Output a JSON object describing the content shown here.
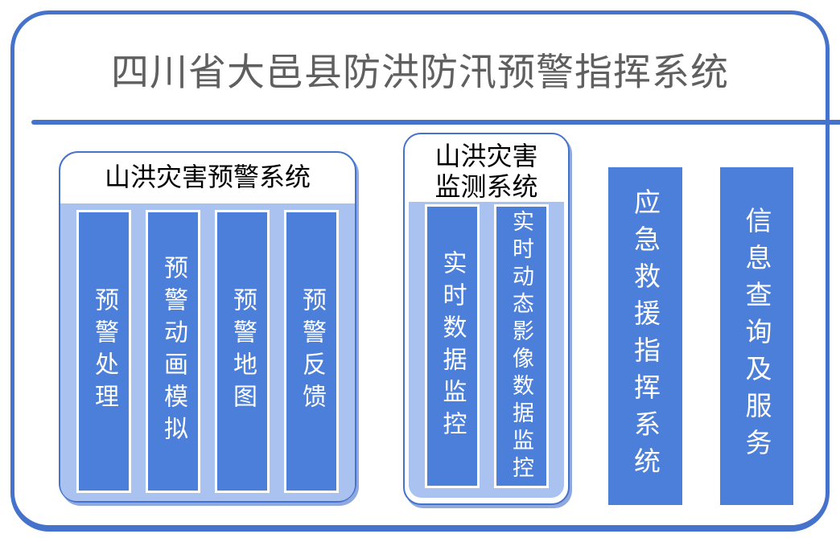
{
  "title": "四川省大邑县防洪防汛预警指挥系统",
  "groups": [
    {
      "header": "山洪灾害预警系统",
      "bars": [
        "预警处理",
        "预警动画模拟",
        "预警地图",
        "预警反馈"
      ]
    },
    {
      "header": "山洪灾害\n监测系统",
      "bars": [
        "实时数据监控",
        "实时动态影像数据监控"
      ]
    }
  ],
  "standalone_bars": [
    "应急救援指挥系统",
    "信息查询及服务"
  ],
  "colors": {
    "frame_blue": "#4573cb",
    "bar_blue": "#4b7fd9",
    "panel_blue": "#a9c2ef",
    "group_shadow": "#8fa9de",
    "title_text": "#5f5f5f",
    "bar_text": "#ffffff",
    "header_text": "#000000"
  }
}
